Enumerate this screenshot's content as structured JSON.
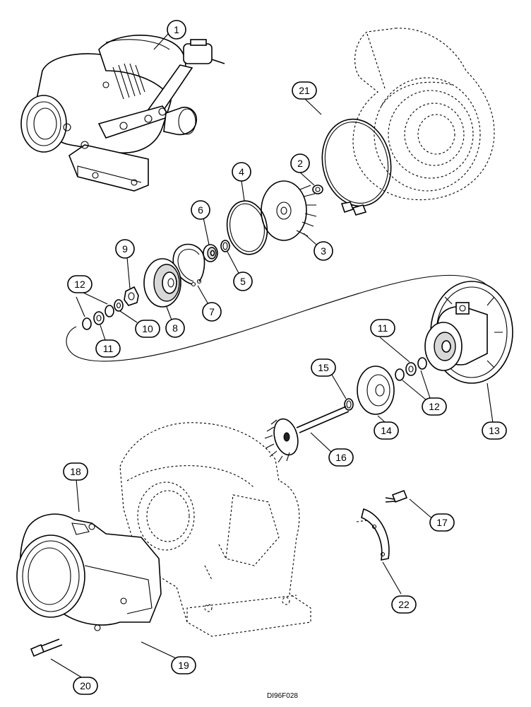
{
  "callouts": [
    {
      "id": "c1",
      "label": "1"
    },
    {
      "id": "c2",
      "label": "2"
    },
    {
      "id": "c3",
      "label": "3"
    },
    {
      "id": "c4",
      "label": "4"
    },
    {
      "id": "c5",
      "label": "5"
    },
    {
      "id": "c6",
      "label": "6"
    },
    {
      "id": "c7",
      "label": "7"
    },
    {
      "id": "c8",
      "label": "8"
    },
    {
      "id": "c9",
      "label": "9"
    },
    {
      "id": "c10",
      "label": "10"
    },
    {
      "id": "c11a",
      "label": "11"
    },
    {
      "id": "c11b",
      "label": "11"
    },
    {
      "id": "c12a",
      "label": "12"
    },
    {
      "id": "c12b",
      "label": "12"
    },
    {
      "id": "c13",
      "label": "13"
    },
    {
      "id": "c14",
      "label": "14"
    },
    {
      "id": "c15",
      "label": "15"
    },
    {
      "id": "c16",
      "label": "16"
    },
    {
      "id": "c17",
      "label": "17"
    },
    {
      "id": "c18",
      "label": "18"
    },
    {
      "id": "c19",
      "label": "19"
    },
    {
      "id": "c20",
      "label": "20"
    },
    {
      "id": "c21",
      "label": "21"
    },
    {
      "id": "c22",
      "label": "22"
    }
  ],
  "figure_code": "DI96F028"
}
